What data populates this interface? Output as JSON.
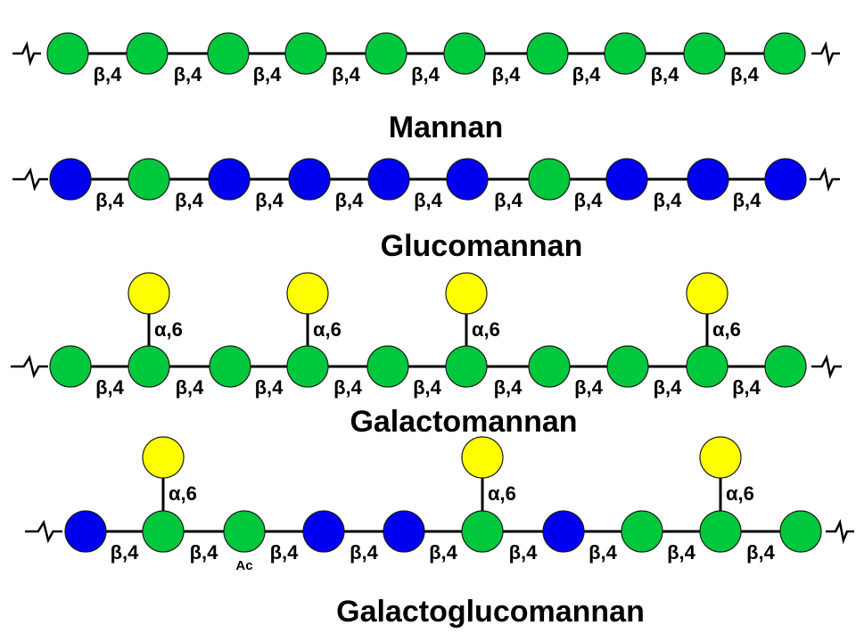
{
  "colors": {
    "mannose": "#00c83c",
    "glucose": "#0000f0",
    "galactose": "#ffff00",
    "outline": "#1a1a1a",
    "bond": "#000000"
  },
  "symbols": {
    "beta": "β",
    "alpha": "α"
  },
  "panels": [
    {
      "title": "Mannan",
      "backbone": [
        "mannose",
        "mannose",
        "mannose",
        "mannose",
        "mannose",
        "mannose",
        "mannose",
        "mannose",
        "mannose",
        "mannose"
      ],
      "backbone_linkages": [
        "β,4",
        "β,4",
        "β,4",
        "β,4",
        "β,4",
        "β,4",
        "β,4",
        "β,4",
        "β,4"
      ],
      "branches": [],
      "modifications": []
    },
    {
      "title": "Glucomannan",
      "backbone": [
        "glucose",
        "mannose",
        "glucose",
        "glucose",
        "glucose",
        "glucose",
        "mannose",
        "glucose",
        "glucose",
        "glucose"
      ],
      "backbone_linkages": [
        "β,4",
        "β,4",
        "β,4",
        "β,4",
        "β,4",
        "β,4",
        "β,4",
        "β,4",
        "β,4"
      ],
      "branches": [],
      "modifications": []
    },
    {
      "title": "Galactomannan",
      "backbone": [
        "mannose",
        "mannose",
        "mannose",
        "mannose",
        "mannose",
        "mannose",
        "mannose",
        "mannose",
        "mannose",
        "mannose"
      ],
      "backbone_linkages": [
        "β,4",
        "β,4",
        "β,4",
        "β,4",
        "β,4",
        "β,4",
        "β,4",
        "β,4",
        "β,4"
      ],
      "branches": [
        {
          "residue_index": 1,
          "sugar": "galactose",
          "linkage": "α,6"
        },
        {
          "residue_index": 3,
          "sugar": "galactose",
          "linkage": "α,6"
        },
        {
          "residue_index": 5,
          "sugar": "galactose",
          "linkage": "α,6"
        },
        {
          "residue_index": 8,
          "sugar": "galactose",
          "linkage": "α,6"
        }
      ],
      "modifications": []
    },
    {
      "title": "Galactoglucomannan",
      "backbone": [
        "glucose",
        "mannose",
        "mannose",
        "glucose",
        "glucose",
        "mannose",
        "glucose",
        "mannose",
        "mannose",
        "mannose"
      ],
      "backbone_linkages": [
        "β,4",
        "β,4",
        "β,4",
        "β,4",
        "β,4",
        "β,4",
        "β,4",
        "β,4",
        "β,4"
      ],
      "branches": [
        {
          "residue_index": 1,
          "sugar": "galactose",
          "linkage": "α,6"
        },
        {
          "residue_index": 5,
          "sugar": "galactose",
          "linkage": "α,6"
        },
        {
          "residue_index": 8,
          "sugar": "galactose",
          "linkage": "α,6"
        }
      ],
      "modifications": [
        {
          "residue_index": 2,
          "label": "Ac"
        }
      ]
    }
  ]
}
